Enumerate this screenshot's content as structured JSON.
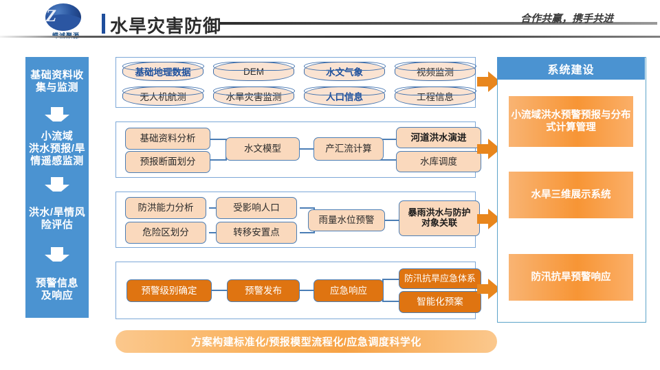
{
  "header": {
    "logo_mark": "Z",
    "logo_name": "嵘诚聚源",
    "title": "水旱灾害防御",
    "tagline": "合作共赢，携手共进"
  },
  "flow": {
    "rows": [
      {
        "stage": "基础资料收\n集与监测",
        "items": [
          {
            "label": "基础地理数据",
            "bold": true
          },
          {
            "label": "DEM",
            "bold": false
          },
          {
            "label": "水文气象",
            "bold": true
          },
          {
            "label": "视频监测",
            "bold": false
          },
          {
            "label": "无人机航测",
            "bold": false
          },
          {
            "label": "水旱灾害监测",
            "bold": false
          },
          {
            "label": "人口信息",
            "bold": true
          },
          {
            "label": "工程信息",
            "bold": false
          }
        ]
      },
      {
        "stage": "小流域\n洪水预报/旱\n情遥感监测",
        "items": [
          {
            "label": "基础资料分析",
            "bold": false
          },
          {
            "label": "预报断面划分",
            "bold": false
          },
          {
            "label": "水文模型",
            "bold": false
          },
          {
            "label": "产汇流计算",
            "bold": false
          },
          {
            "label": "河道洪水演进",
            "bold": true
          },
          {
            "label": "水库调度",
            "bold": false
          }
        ]
      },
      {
        "stage": "洪水/旱情风\n险评估",
        "items": [
          {
            "label": "防洪能力分析",
            "bold": false
          },
          {
            "label": "危险区划分",
            "bold": false
          },
          {
            "label": "受影响人口",
            "bold": false
          },
          {
            "label": "转移安置点",
            "bold": false
          },
          {
            "label": "雨量水位预警",
            "bold": false
          },
          {
            "label": "暴雨洪水与防护对象关联",
            "bold": true
          }
        ]
      },
      {
        "stage": "预警信息\n及响应",
        "items": [
          {
            "label": "预警级别确定",
            "bold": false
          },
          {
            "label": "预警发布",
            "bold": false
          },
          {
            "label": "应急响应",
            "bold": false
          },
          {
            "label": "防汛抗旱应急体系",
            "bold": false
          },
          {
            "label": "智能化预案",
            "bold": false
          }
        ]
      }
    ]
  },
  "right_panel": {
    "title": "系统建设",
    "items": [
      "小流域洪水预警预报与分布式计算管理",
      "水旱三维展示系统",
      "防汛抗旱预警响应"
    ]
  },
  "banner": {
    "text": "方案构建标准化/预报模型流程化/应急调度科学化"
  },
  "colors": {
    "blue": "#4b93d1",
    "orange": "#df7411",
    "light_orange": "#fad9bd",
    "cylinder": "#fae3d2",
    "panel_border": "#5ba3c9",
    "arrow": "#e8861d"
  }
}
